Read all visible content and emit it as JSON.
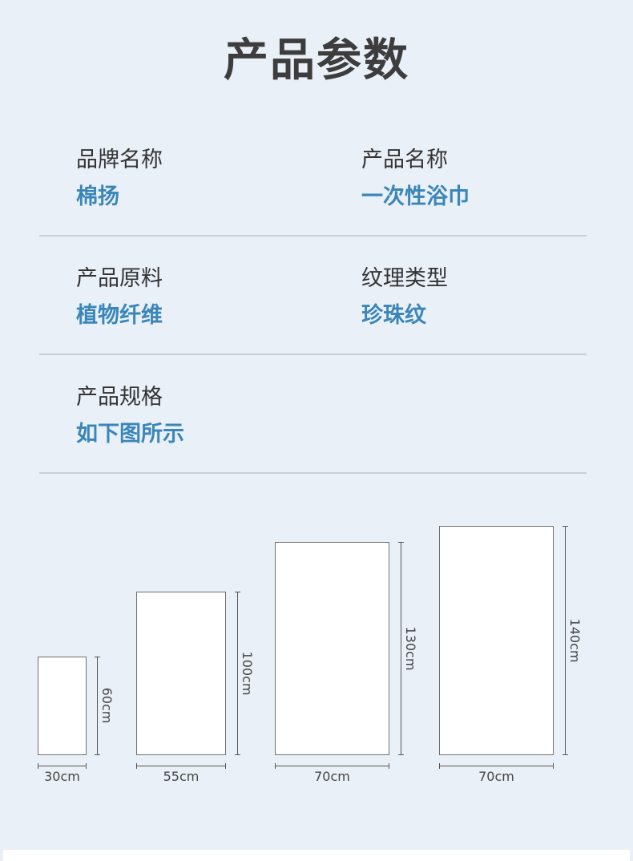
{
  "page": {
    "title": "产品参数"
  },
  "params": {
    "brand": {
      "label": "品牌名称",
      "value": "棉扬"
    },
    "product_name": {
      "label": "产品名称",
      "value": "一次性浴巾"
    },
    "material": {
      "label": "产品原料",
      "value": "植物纤维"
    },
    "texture": {
      "label": "纹理类型",
      "value": "珍珠纹"
    },
    "spec": {
      "label": "产品规格",
      "value": "如下图所示"
    }
  },
  "sizes": [
    {
      "width": "30cm",
      "height": "60cm"
    },
    {
      "width": "55cm",
      "height": "100cm"
    },
    {
      "width": "70cm",
      "height": "130cm"
    },
    {
      "width": "70cm",
      "height": "140cm"
    }
  ],
  "colors": {
    "background": "#eaf0f8",
    "title": "#3d3d3d",
    "label": "#333333",
    "value_accent": "#3a86b8",
    "divider": "#c8cfda"
  }
}
